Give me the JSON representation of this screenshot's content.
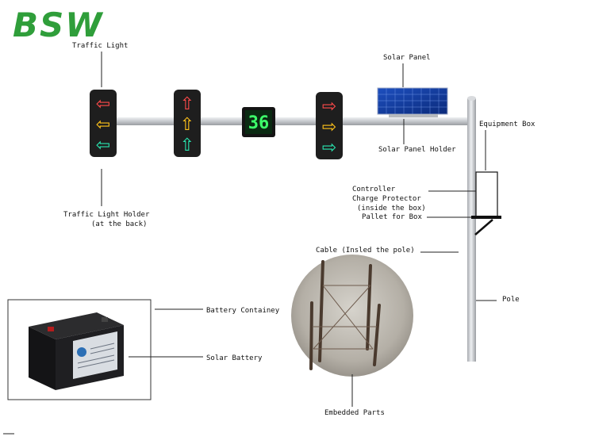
{
  "brand": {
    "logo_text": "BSW",
    "logo_color": "#2f9e3a"
  },
  "labels": {
    "traffic_light": "Traffic Light",
    "traffic_light_holder_1": "Traffic Light Holder",
    "traffic_light_holder_2": "(at the back)",
    "solar_panel": "Solar Panel",
    "solar_panel_holder": "Solar Panel Holder",
    "equipment_box": "Equipment Box",
    "controller": "Controller",
    "charge_protector": "Charge Protector",
    "inside_box": "(inside the box)",
    "pallet": "Pallet for Box",
    "cable": "Cable (Insled the pole)",
    "pole": "Pole",
    "battery_container": "Battery Containey",
    "solar_battery": "Solar Battery",
    "embedded_parts": "Embedded Parts"
  },
  "countdown": {
    "value": "36",
    "color": "#3dff6a"
  },
  "colors": {
    "red": "#ff4a4a",
    "yellow": "#ffc21a",
    "green": "#29e6b0",
    "pole": "#c9ccd0"
  }
}
